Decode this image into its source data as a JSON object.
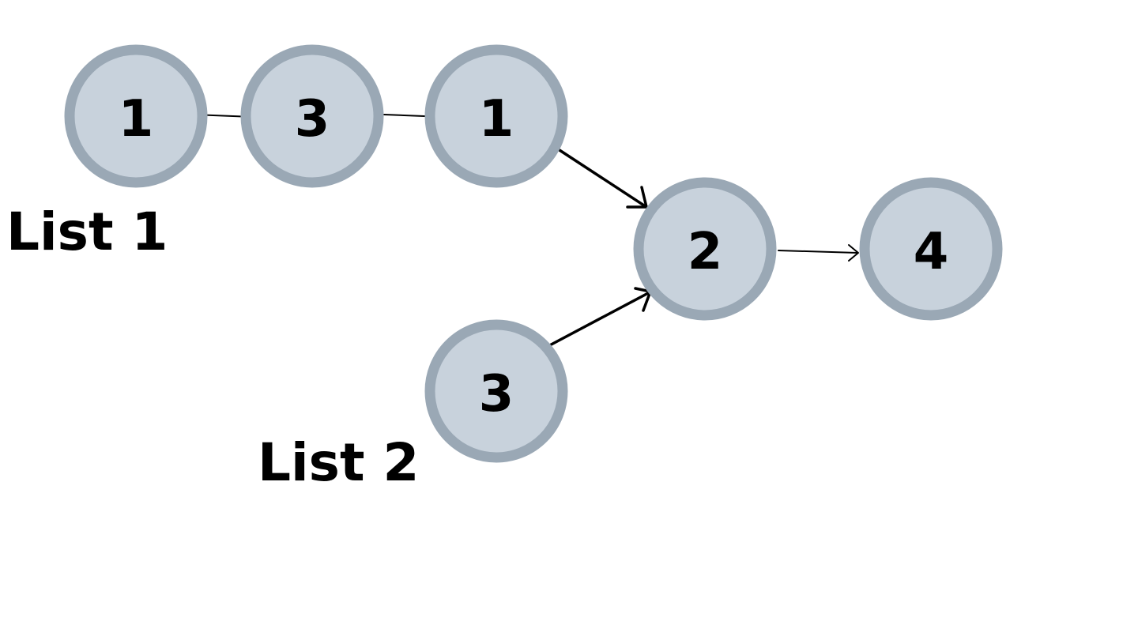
{
  "labels": {
    "list1": "List 1",
    "list2": "List 2"
  },
  "nodes": {
    "list1_node1": "1",
    "list1_node2": "3",
    "list1_node3": "1",
    "list2_node1": "3",
    "shared_node1": "2",
    "shared_node2": "4"
  },
  "colors": {
    "node_fill": "#c8d2dc",
    "node_border": "#9aa8b5",
    "text": "#000000",
    "edge": "#000000"
  }
}
